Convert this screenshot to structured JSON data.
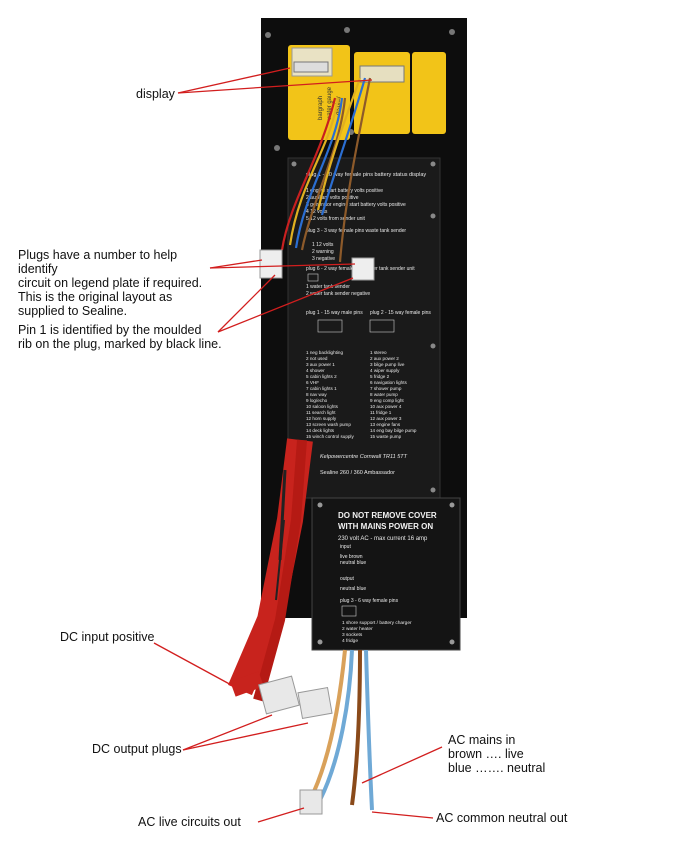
{
  "callouts": {
    "display": "display",
    "plugs": [
      "Plugs have a number to help identify",
      "circuit on legend plate if required.",
      "This is the original layout as",
      "supplied to Sealine."
    ],
    "pin1": [
      "Pin 1 is identified by the moulded",
      "rib on the plug, marked by black line."
    ],
    "dc_input": "DC input positive",
    "dc_output": "DC output plugs",
    "ac_mains": [
      "AC mains in",
      "brown …. live",
      "blue ……. neutral"
    ],
    "ac_live": "AC live circuits out",
    "ac_neutral": "AC common neutral out"
  },
  "panel": {
    "display_label_1": "bargraph",
    "display_label_2": "water gauge",
    "display_label_3": "display",
    "legend_header": "plug 1 - 10 way female pins battery status display",
    "legend_top": [
      "1  engine start battery volts positive",
      "2  auxiliary volts positive",
      "3  generator engine start battery volts positive",
      "4  12 volts",
      "5  12 volts from sender unit"
    ],
    "plug3_header": "plug 3 - 3 way female pins waste tank sender",
    "plug3_items": [
      "1  12 volts",
      "2  warning",
      "3  negative"
    ],
    "plug6_header": "plug 6 - 2 way female pins water tank sender unit",
    "plug6_items": [
      "1  water tank sender",
      "2  water tank sender negative"
    ],
    "plug1_label": "plug 1 - 15 way male pins",
    "plug2_label": "plug 2 - 15 way female pins",
    "list_left": [
      "1  neg backlighting",
      "2  not used",
      "3  aux power 1",
      "4  shower",
      "5  cabin lights 2",
      "6  VHF",
      "7  cabin lights 1",
      "8  nav way",
      "9  log/echo",
      "10  saloon lights",
      "11  search light",
      "12  horn supply",
      "13  screen wash pump",
      "14  deck lights",
      "15  winch control supply"
    ],
    "list_right": [
      "1  stereo",
      "2  aux power 2",
      "3  bilge pump live",
      "4  wiper supply",
      "5  fridge 2",
      "6  navigation lights",
      "7  shower pump",
      "8  water pump",
      "9  eng comp light",
      "10  aux power 4",
      "11  fridge 1",
      "12  aux power 3",
      "13  engine fans",
      "14  eng bay bilge pump",
      "15  waste pump"
    ],
    "brand": "Kelpowercentre  Cornwall  TR11 5TT",
    "model": "Sealine 260 / 360 Ambassador",
    "cover_warning_1": "DO NOT REMOVE COVER",
    "cover_warning_2": "WITH MAINS POWER ON",
    "cover_spec": "230 volt AC - max current 16 amp",
    "cover_input": "input",
    "cover_live": "live    brown",
    "cover_neutral": "neutral   blue",
    "cover_output": "output",
    "cover_neutral_out": "neutral   blue",
    "plug3_ac_header": "plug 3 - 6 way female pins",
    "ac_items": [
      "1  shore support / battery charger",
      "2  water heater",
      "3  sockets",
      "4  fridge"
    ]
  },
  "colors": {
    "board": "#0d0d0d",
    "plate": "#1a1a1a",
    "yellow_module": "#f2c418",
    "red_wire": "#c8231d",
    "brown_wire": "#8a4a1a",
    "blue_wire": "#6fa9d6",
    "callout_line": "#d21e1e"
  }
}
